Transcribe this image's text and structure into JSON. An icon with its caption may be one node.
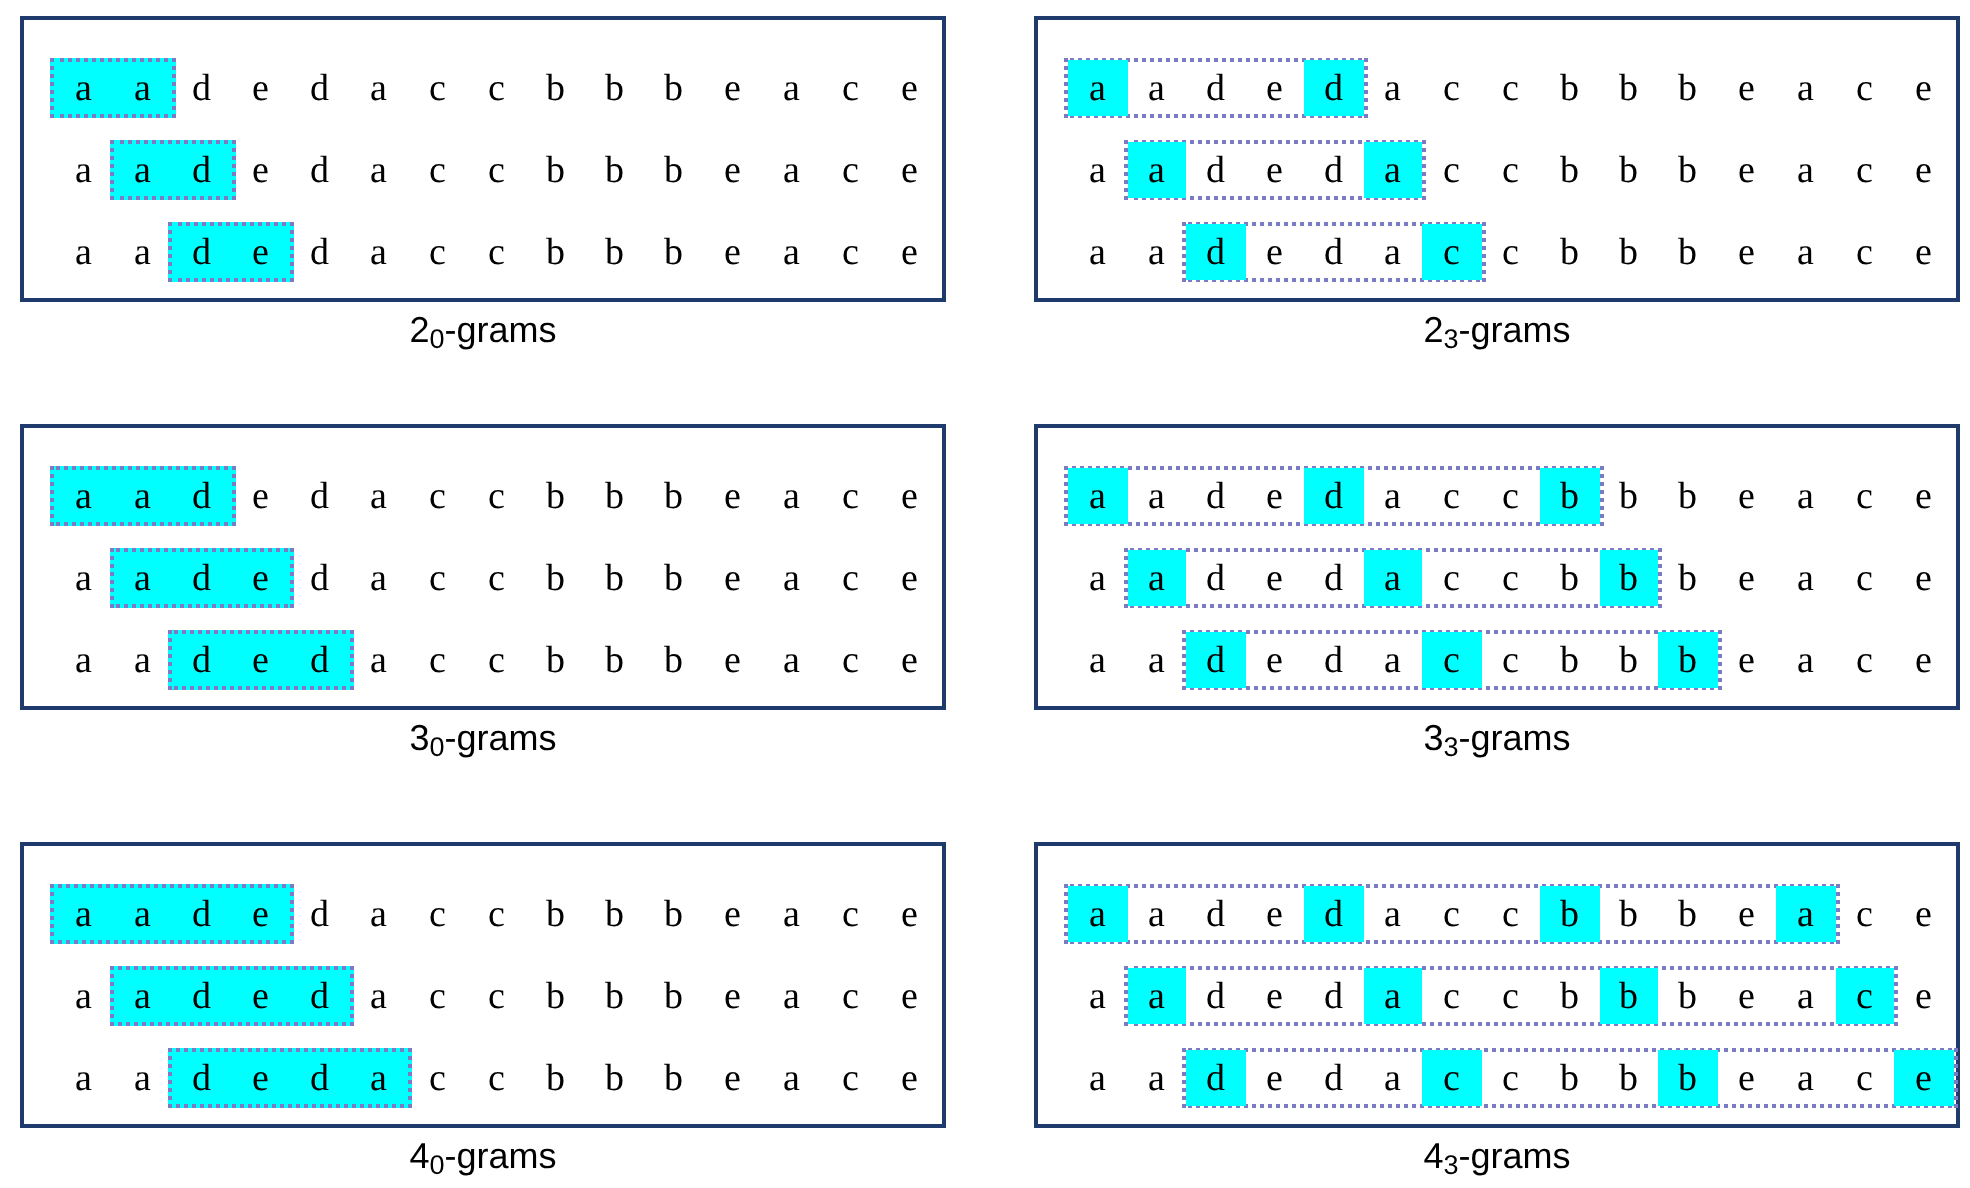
{
  "diagram": {
    "nodes": [
      {
        "text": [
          "2$_{0}$-grams"
        ]
      },
      {
        "text": [
          "a",
          "a"
        ],
        "in": 0
      },
      {
        "text": [
          "a",
          "d"
        ],
        "in": 0
      },
      {
        "text": [
          "d",
          "e"
        ],
        "in": 0
      },
      {
        "text": [
          "2$_{3}$-grams"
        ]
      },
      {
        "text": [
          "a",
          "d",
          "e"
        ],
        "in": 4
      },
      {
        "text": [
          "a"
        ],
        "in": 5
      },
      {
        "text": [
          "d"
        ],
        "in": 5
      },
      {
        "text": [
          "d",
          "e",
          "d"
        ],
        "in": 4
      },
      {
        "text": [
          "a"
        ],
        "in": 8
      },
      {
        "text": [
          "a"
        ],
        "in": 8
      },
      {
        "text": [
          "e",
          "d",
          "a"
        ],
        "in": 4
      },
      {
        "text": [
          "d"
        ],
        "in": 11
      },
      {
        "text": [
          "c"
        ],
        "in": 11
      },
      {
        "text": [
          "3$_{0}$-grams"
        ]
      },
      {
        "text": [
          "a",
          "a",
          "d"
        ],
        "in": 14
      },
      {
        "text": [
          "a",
          "d",
          "e"
        ],
        "in": 14
      },
      {
        "text": [
          "d",
          "e",
          "d"
        ],
        "in": 14
      },
      {
        "text": [
          "3$_{3}$-grams"
        ]
      },
      {
        "text": [
          "a",
          "d",
          "e",
          "a",
          "c",
          "c"
        ],
        "in": 18
      },
      {
        "text": [
          "a"
        ],
        "in": 19
      },
      {
        "text": [
          "d"
        ],
        "in": 19
      },
      {
        "text": [
          "b"
        ],
        "in": 19
      },
      {
        "text": [
          "d",
          "e",
          "d",
          "c",
          "c",
          "b"
        ],
        "in": 18
      },
      {
        "text": [
          "a"
        ],
        "in": 23
      },
      {
        "text": [
          "a"
        ],
        "in": 23
      },
      {
        "text": [
          "b"
        ],
        "in": 23
      },
      {
        "text": [
          "e",
          "d",
          "a",
          "c",
          "b",
          "b"
        ],
        "in": 18
      },
      {
        "text": [
          "d"
        ],
        "in": 27
      },
      {
        "text": [
          "c"
        ],
        "in": 27
      },
      {
        "text": [
          "b"
        ],
        "in": 27
      },
      {
        "text": [
          "4$_{0}$-grams"
        ]
      },
      {
        "text": [
          "a",
          "a",
          "d",
          "e"
        ],
        "in": 31
      },
      {
        "text": [
          "a",
          "d",
          "e",
          "d"
        ],
        "in": 31
      },
      {
        "text": [
          "d",
          "e",
          "d",
          "a"
        ],
        "in": 31
      },
      {
        "text": [
          "4$_{3}$-grams"
        ]
      },
      {
        "text": [
          "a",
          "d",
          "e",
          "a",
          "c",
          "c",
          "b",
          "b",
          "e"
        ],
        "in": 35
      },
      {
        "text": [
          "a"
        ],
        "in": 36
      },
      {
        "text": [
          "d"
        ],
        "in": 36
      },
      {
        "text": [
          "b"
        ],
        "in": 36
      },
      {
        "text": [
          "a"
        ],
        "in": 36
      },
      {
        "text": [
          "d",
          "e",
          "d",
          "c",
          "c",
          "b",
          "b",
          "e",
          "a"
        ],
        "in": 35
      },
      {
        "text": [
          "a"
        ],
        "in": 41
      },
      {
        "text": [
          "a"
        ],
        "in": 41
      },
      {
        "text": [
          "b"
        ],
        "in": 41
      },
      {
        "text": [
          "c"
        ],
        "in": 41
      },
      {
        "text": [
          "e",
          "d",
          "a",
          "c",
          "b",
          "b",
          "e",
          "a",
          "c"
        ],
        "in": 35
      },
      {
        "text": [
          "d"
        ],
        "in": 46
      },
      {
        "text": [
          "c"
        ],
        "in": 46
      },
      {
        "text": [
          "b"
        ],
        "in": 46
      },
      {
        "text": [
          "e"
        ],
        "in": 46
      }
    ],
    "labels": [
      "d",
      "e",
      "d",
      "a",
      "c",
      "c",
      "b",
      "b",
      "b",
      "e",
      "a",
      "c",
      "e",
      "a",
      "e",
      "d",
      "a",
      "c",
      "c",
      "b",
      "b",
      "b",
      "e",
      "a",
      "c",
      "e",
      "a",
      "a",
      "d",
      "a",
      "c",
      "c",
      "b",
      "b",
      "b",
      "e",
      "a",
      "c",
      "e",
      "a",
      "c",
      "c",
      "b",
      "b",
      "b",
      "e",
      "a",
      "c",
      "e",
      "a",
      "c",
      "c",
      "b",
      "b",
      "b",
      "e",
      "a",
      "c",
      "e",
      "a",
      "a",
      "c",
      "b",
      "b",
      "b",
      "e",
      "a",
      "c",
      "e",
      "e",
      "d",
      "a",
      "c",
      "c",
      "b",
      "b",
      "b",
      "e",
      "a",
      "c",
      "e",
      "a",
      "d",
      "a",
      "c",
      "c",
      "b",
      "b",
      "b",
      "e",
      "a",
      "c",
      "e",
      "a",
      "a",
      "a",
      "c",
      "c",
      "b",
      "b",
      "b",
      "e",
      "a",
      "c",
      "e",
      "b",
      "b",
      "e",
      "a",
      "c",
      "e",
      "a",
      "b",
      "e",
      "a",
      "c",
      "e",
      "a",
      "a",
      "e",
      "a",
      "c",
      "e",
      "d",
      "a",
      "c",
      "c",
      "b",
      "b",
      "b",
      "e",
      "a",
      "c",
      "e",
      "a",
      "a",
      "c",
      "c",
      "b",
      "b",
      "b",
      "e",
      "a",
      "c",
      "e",
      "a",
      "a",
      "c",
      "c",
      "b",
      "b",
      "b",
      "e",
      "a",
      "c",
      "e",
      "c",
      "e",
      "a",
      "e",
      "a",
      "a"
    ]
  }
}
